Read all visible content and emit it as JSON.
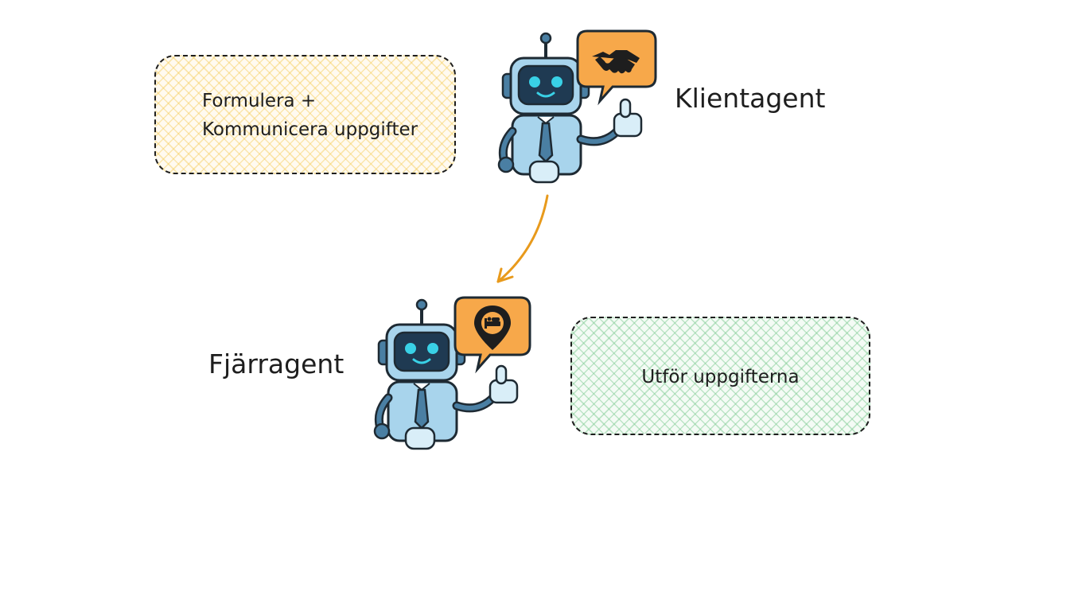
{
  "client": {
    "label": "Klientagent",
    "task_line1": "Formulera +",
    "task_line2": "Kommunicera uppgifter",
    "bubble_icon": "handshake-icon"
  },
  "remote": {
    "label": "Fjärragent",
    "task": "Utför uppgifterna",
    "bubble_icon": "hotel-location-pin-icon"
  },
  "colors": {
    "yellow_hatch": "#f5cd5a",
    "green_hatch": "#78c88c",
    "arrow": "#e89a1c",
    "bubble": "#f7a84a",
    "robot_body": "#a8d4ec",
    "robot_dark": "#2f5b78",
    "robot_eyes": "#39d1e6"
  }
}
